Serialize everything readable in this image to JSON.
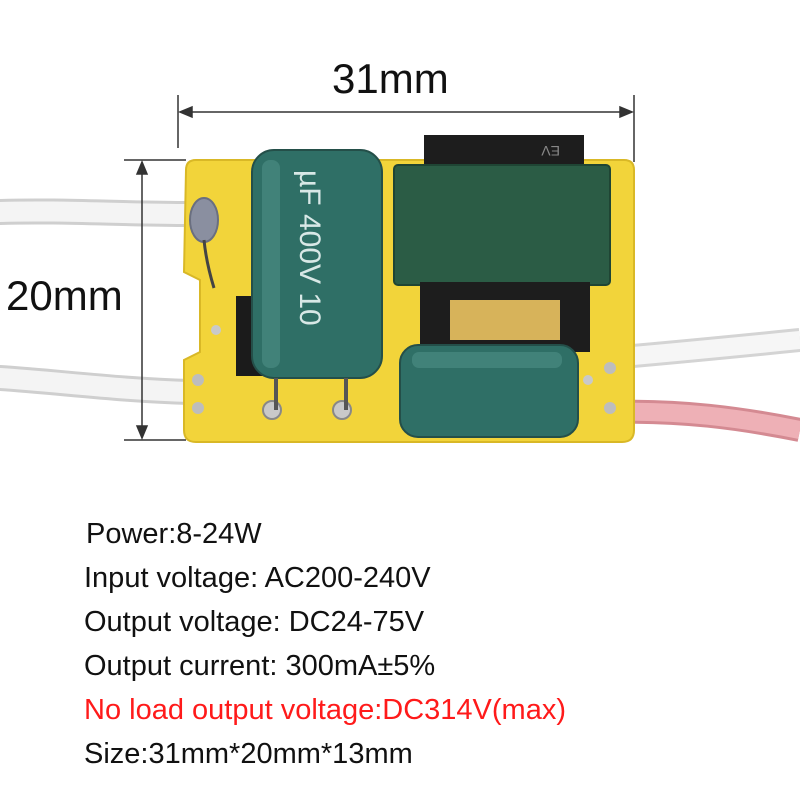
{
  "dimensions": {
    "width_label": "31mm",
    "height_label": "20mm"
  },
  "components": {
    "capacitor_large_text": "µF 400V 10",
    "transformer_text": "EV"
  },
  "specs": [
    {
      "text": "Power:8-24W",
      "highlight": false
    },
    {
      "text": "Input voltage: AC200-240V",
      "highlight": false
    },
    {
      "text": "Output voltage: DC24-75V",
      "highlight": false
    },
    {
      "text": "Output current: 300mA±5%",
      "highlight": false
    },
    {
      "text": "No load output voltage:DC314V(max)",
      "highlight": true
    },
    {
      "text": "Size:31mm*20mm*13mm",
      "highlight": false
    }
  ],
  "colors": {
    "pcb": "#f2d43a",
    "capacitor": "#2f6f66",
    "transformer": "#2b5c45",
    "warning_text": "#ff1a1a",
    "wire_white": "#eeeeee",
    "wire_red": "#e8a4a8"
  }
}
